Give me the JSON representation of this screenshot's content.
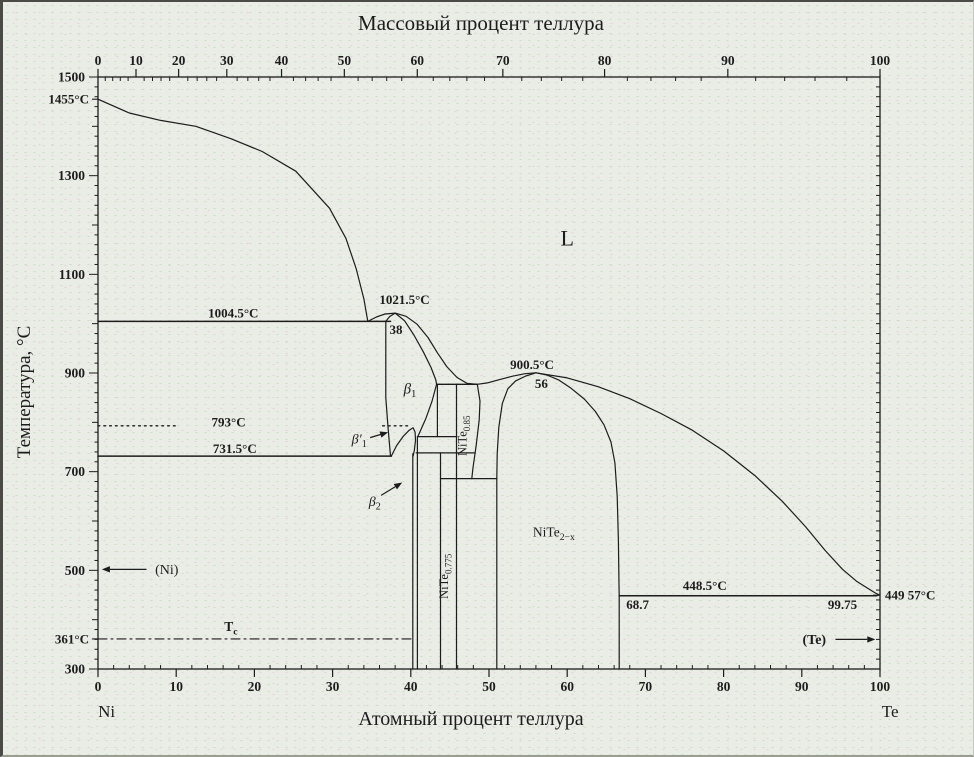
{
  "frame": {
    "bg": "#eaece6",
    "ink": "#1c1c1c"
  },
  "chart_data": {
    "type": "line",
    "kind": "binary-phase-diagram",
    "title_top": "Массовый процент теллура",
    "title_bottom": "Атомный процент теллура",
    "title_y": "Температура, °C",
    "corner_labels": {
      "left": "Ni",
      "right": "Te"
    },
    "x_axis": {
      "range": [
        0,
        100
      ],
      "major_ticks": [
        0,
        10,
        20,
        30,
        40,
        50,
        60,
        70,
        80,
        90,
        100
      ],
      "minor_step": 2
    },
    "x_axis_top": {
      "major_ticks": [
        {
          "label": "0",
          "at": 0
        },
        {
          "label": "10",
          "at": 4.86
        },
        {
          "label": "20",
          "at": 10.31
        },
        {
          "label": "30",
          "at": 16.47
        },
        {
          "label": "40",
          "at": 23.47
        },
        {
          "label": "50",
          "at": 31.5
        },
        {
          "label": "60",
          "at": 40.83
        },
        {
          "label": "70",
          "at": 51.77
        },
        {
          "label": "80",
          "at": 64.78
        },
        {
          "label": "90",
          "at": 80.54
        },
        {
          "label": "100",
          "at": 100
        }
      ],
      "minor_ticks_at": [
        0.93,
        1.88,
        2.85,
        3.85,
        5.9,
        6.97,
        8.06,
        9.17,
        11.48,
        12.68,
        13.91,
        15.17,
        17.79,
        19.16,
        20.55,
        21.99,
        24.99,
        26.55,
        28.15,
        29.8,
        33.26,
        35.06,
        36.92,
        38.84,
        42.87,
        44.99,
        47.17,
        49.43,
        54.19,
        56.69,
        59.29,
        61.99,
        67.69,
        70.71,
        73.86,
        77.13,
        84.1,
        87.81,
        91.69,
        95.75
      ]
    },
    "y_axis": {
      "range": [
        300,
        1500
      ],
      "labeled_ticks": [
        300,
        500,
        700,
        900,
        1100,
        1300,
        1500
      ],
      "special_ticks": [
        {
          "label": "1455°C",
          "t": 1455
        },
        {
          "label": "361°C",
          "t": 361
        }
      ],
      "medium_step": 100,
      "minor_step": 20
    },
    "y_axis_right": {
      "minor_step": 20,
      "special_ticks": [
        {
          "label": "449 57°C",
          "t": 449.57
        }
      ]
    },
    "boundaries": [
      {
        "name": "liquidus-ni",
        "style": "solid",
        "w": 1.2,
        "points": [
          [
            0,
            1455
          ],
          [
            4,
            1427
          ],
          [
            8,
            1412
          ],
          [
            12.5,
            1400
          ],
          [
            17,
            1375
          ],
          [
            21,
            1349
          ],
          [
            25.3,
            1309
          ],
          [
            29.6,
            1234
          ],
          [
            31.7,
            1173
          ],
          [
            33,
            1112
          ],
          [
            34,
            1050
          ],
          [
            34.5,
            1004.5
          ]
        ]
      },
      {
        "name": "peritectic-1004",
        "style": "solid",
        "w": 1.5,
        "points": [
          [
            0,
            1004.5
          ],
          [
            37.4,
            1004.5
          ]
        ]
      },
      {
        "name": "solidus-lens-left",
        "style": "solid",
        "w": 1.2,
        "points": [
          [
            36.8,
            1004.5
          ],
          [
            37.3,
            1014.5
          ],
          [
            38,
            1021.5
          ]
        ]
      },
      {
        "name": "solidus-lens-right",
        "style": "solid",
        "w": 1.2,
        "points": [
          [
            38,
            1021.5
          ],
          [
            39.2,
            1006
          ],
          [
            40.4,
            977
          ],
          [
            41.6,
            943
          ],
          [
            42.6,
            911
          ],
          [
            43.2,
            886
          ],
          [
            43.3,
            877
          ]
        ]
      },
      {
        "name": "liquidus-mid",
        "style": "solid",
        "w": 1.2,
        "points": [
          [
            34.5,
            1004.5
          ],
          [
            35.6,
            1013.5
          ],
          [
            36.7,
            1019.5
          ],
          [
            38,
            1021.5
          ],
          [
            39.4,
            1015
          ],
          [
            40.8,
            999
          ],
          [
            42.2,
            972
          ],
          [
            43.4,
            941
          ],
          [
            44.6,
            913
          ],
          [
            45.9,
            891
          ],
          [
            47.2,
            879
          ],
          [
            48.5,
            877
          ],
          [
            49.8,
            880
          ],
          [
            51.3,
            886.5
          ],
          [
            53,
            893.5
          ],
          [
            54.6,
            898.5
          ],
          [
            56,
            900.5
          ]
        ]
      },
      {
        "name": "peritectic-877",
        "style": "solid",
        "w": 1.4,
        "points": [
          [
            43.3,
            877
          ],
          [
            48.5,
            877
          ]
        ]
      },
      {
        "name": "nite085-upper-left",
        "style": "solid",
        "w": 1.2,
        "points": [
          [
            43.4,
            877
          ],
          [
            43.4,
            771
          ]
        ]
      },
      {
        "name": "beta1-left",
        "style": "solid",
        "w": 1.2,
        "points": [
          [
            36.8,
            1004.5
          ],
          [
            36.8,
            850
          ],
          [
            37.1,
            788
          ],
          [
            37.4,
            731.5
          ]
        ]
      },
      {
        "name": "beta1-right-solvus",
        "style": "solid",
        "w": 1.2,
        "points": [
          [
            43.3,
            877
          ],
          [
            42.7,
            842
          ],
          [
            41.9,
            807
          ],
          [
            41.2,
            782
          ],
          [
            40.9,
            771
          ]
        ]
      },
      {
        "name": "isotherm-771",
        "style": "solid",
        "w": 1.3,
        "points": [
          [
            40.9,
            771
          ],
          [
            45.9,
            771
          ]
        ]
      },
      {
        "name": "isotherm-738",
        "style": "solid",
        "w": 1.3,
        "points": [
          [
            40.7,
            738
          ],
          [
            48.2,
            738
          ]
        ]
      },
      {
        "name": "eutectoid-731",
        "style": "solid",
        "w": 1.5,
        "points": [
          [
            0,
            731.5
          ],
          [
            37.5,
            731.5
          ]
        ]
      },
      {
        "name": "beta1-prime-hook",
        "style": "solid",
        "w": 1.2,
        "points": [
          [
            37.5,
            731.5
          ],
          [
            38.2,
            753
          ],
          [
            39,
            771
          ],
          [
            39.8,
            784
          ],
          [
            40.3,
            789
          ],
          [
            40.55,
            780
          ],
          [
            40.6,
            763
          ],
          [
            40.45,
            743
          ],
          [
            40.3,
            731.5
          ]
        ]
      },
      {
        "name": "beta2-left",
        "style": "solid",
        "w": 1.2,
        "points": [
          [
            40.25,
            736
          ],
          [
            40.25,
            300
          ]
        ]
      },
      {
        "name": "beta2-right",
        "style": "solid",
        "w": 1.2,
        "points": [
          [
            40.85,
            771
          ],
          [
            40.85,
            300
          ]
        ]
      },
      {
        "name": "nite085-left-wall",
        "style": "solid",
        "w": 1.2,
        "points": [
          [
            45.85,
            877
          ],
          [
            45.85,
            300
          ]
        ]
      },
      {
        "name": "nite085-right",
        "style": "solid",
        "w": 1.2,
        "points": [
          [
            48.5,
            877
          ],
          [
            48.85,
            843
          ],
          [
            48.75,
            805
          ],
          [
            48.35,
            752
          ],
          [
            47.95,
            708
          ],
          [
            47.8,
            686
          ]
        ]
      },
      {
        "name": "isotherm-686",
        "style": "solid",
        "w": 1.3,
        "points": [
          [
            43.8,
            686
          ],
          [
            51,
            686
          ]
        ]
      },
      {
        "name": "nite0775-left",
        "style": "solid",
        "w": 1.2,
        "points": [
          [
            43.8,
            738
          ],
          [
            43.8,
            300
          ]
        ]
      },
      {
        "name": "nite2x-left",
        "style": "solid",
        "w": 1.2,
        "points": [
          [
            56,
            900.5
          ],
          [
            54.7,
            894
          ],
          [
            53.4,
            884
          ],
          [
            52.4,
            868
          ],
          [
            51.7,
            838
          ],
          [
            51.25,
            790
          ],
          [
            51.05,
            736
          ],
          [
            51,
            686
          ],
          [
            51,
            300
          ]
        ]
      },
      {
        "name": "nite2x-right",
        "style": "solid",
        "w": 1.2,
        "points": [
          [
            56,
            900.5
          ],
          [
            57.4,
            896
          ],
          [
            58.9,
            886
          ],
          [
            60.5,
            869
          ],
          [
            62.2,
            847
          ],
          [
            63.6,
            822
          ],
          [
            64.7,
            795
          ],
          [
            65.6,
            760
          ],
          [
            66.1,
            718
          ],
          [
            66.4,
            650
          ],
          [
            66.55,
            560
          ],
          [
            66.63,
            470
          ],
          [
            66.65,
            448.5
          ],
          [
            66.65,
            300
          ]
        ]
      },
      {
        "name": "liquidus-te",
        "style": "solid",
        "w": 1.2,
        "points": [
          [
            56,
            900.5
          ],
          [
            60,
            890
          ],
          [
            64,
            872
          ],
          [
            68,
            848
          ],
          [
            72,
            818
          ],
          [
            76,
            784
          ],
          [
            80,
            742
          ],
          [
            84,
            692
          ],
          [
            87.5,
            640
          ],
          [
            90.5,
            588
          ],
          [
            93,
            540
          ],
          [
            95.2,
            502
          ],
          [
            97,
            478
          ],
          [
            98.4,
            464
          ],
          [
            99.4,
            454
          ],
          [
            100,
            449.57
          ]
        ]
      },
      {
        "name": "eutectic-448",
        "style": "solid",
        "w": 1.5,
        "points": [
          [
            66.65,
            448.5
          ],
          [
            99.6,
            448.5
          ]
        ]
      },
      {
        "name": "curie-line",
        "style": "dashdot",
        "w": 1.1,
        "points": [
          [
            0,
            361
          ],
          [
            40.3,
            361
          ]
        ]
      },
      {
        "name": "transition-793-left",
        "style": "dotted",
        "w": 1.3,
        "points": [
          [
            0,
            793
          ],
          [
            10.3,
            793
          ]
        ]
      },
      {
        "name": "transition-793-right",
        "style": "dotted",
        "w": 1.3,
        "points": [
          [
            36.4,
            793
          ],
          [
            39.6,
            793
          ]
        ]
      }
    ],
    "labels": [
      {
        "name": "phase-L",
        "at": 60,
        "t": 1168,
        "size": 22,
        "parts": [
          {
            "text": "L"
          }
        ]
      },
      {
        "name": "phase-beta1",
        "at": 39.9,
        "t": 868,
        "size": 15,
        "parts": [
          {
            "text": "β",
            "italic": true
          },
          {
            "text": "1",
            "sub": true
          }
        ]
      },
      {
        "name": "phase-beta1-prime",
        "at": 33.4,
        "t": 766,
        "size": 14,
        "parts": [
          {
            "text": "β′",
            "italic": true
          },
          {
            "text": "1",
            "sub": true
          }
        ]
      },
      {
        "name": "phase-beta2",
        "at": 35.4,
        "t": 640,
        "size": 14,
        "parts": [
          {
            "text": "β",
            "italic": true
          },
          {
            "text": "2",
            "sub": true
          }
        ]
      },
      {
        "name": "phase-nite085",
        "at": 47.15,
        "t": 782,
        "size": 12.5,
        "rot": -90,
        "parts": [
          {
            "text": "NiTe"
          },
          {
            "text": "0.85",
            "sub": true
          }
        ]
      },
      {
        "name": "phase-nite0775",
        "at": 44.75,
        "t": 497,
        "size": 12.5,
        "rot": -90,
        "parts": [
          {
            "text": "NiTe"
          },
          {
            "text": "0.775",
            "sub": true
          }
        ]
      },
      {
        "name": "phase-nite2x",
        "at": 58.3,
        "t": 578,
        "size": 13.5,
        "parts": [
          {
            "text": "NiTe"
          },
          {
            "text": "2−x",
            "sub": true
          }
        ]
      },
      {
        "name": "temp-1004",
        "at": 17.3,
        "t": 1022,
        "size": 13,
        "bold": true,
        "parts": [
          {
            "text": "1004.5°C"
          }
        ]
      },
      {
        "name": "temp-793",
        "at": 16.7,
        "t": 801,
        "size": 13,
        "bold": true,
        "parts": [
          {
            "text": "793°C"
          }
        ]
      },
      {
        "name": "temp-731",
        "at": 17.5,
        "t": 747,
        "size": 13,
        "bold": true,
        "parts": [
          {
            "text": "731.5°C"
          }
        ]
      },
      {
        "name": "temp-1021",
        "at": 39.2,
        "t": 1049,
        "size": 13,
        "bold": true,
        "parts": [
          {
            "text": "1021.5°C"
          }
        ]
      },
      {
        "name": "comp-38",
        "at": 38.1,
        "t": 988,
        "size": 13,
        "bold": true,
        "parts": [
          {
            "text": "38"
          }
        ]
      },
      {
        "name": "temp-900",
        "at": 55.5,
        "t": 917,
        "size": 13,
        "bold": true,
        "parts": [
          {
            "text": "900.5°C"
          }
        ]
      },
      {
        "name": "comp-56",
        "at": 56.7,
        "t": 879,
        "size": 13,
        "bold": true,
        "parts": [
          {
            "text": "56"
          }
        ]
      },
      {
        "name": "temp-448",
        "at": 77.6,
        "t": 469,
        "size": 13,
        "bold": true,
        "parts": [
          {
            "text": "448.5°C"
          }
        ]
      },
      {
        "name": "comp-687",
        "at": 69,
        "t": 431,
        "size": 13,
        "bold": true,
        "parts": [
          {
            "text": "68.7"
          }
        ]
      },
      {
        "name": "comp-9975",
        "at": 95.2,
        "t": 431,
        "size": 13,
        "bold": true,
        "parts": [
          {
            "text": "99.75"
          }
        ]
      },
      {
        "name": "curie-tc",
        "at": 17,
        "t": 386,
        "size": 13.5,
        "bold": true,
        "parts": [
          {
            "text": "T"
          },
          {
            "text": "c",
            "sub": true
          }
        ]
      },
      {
        "name": "phase-ni",
        "at": 8.8,
        "t": 502,
        "size": 14,
        "parts": [
          {
            "text": "(Ni)"
          }
        ]
      },
      {
        "name": "phase-te",
        "at": 91.6,
        "t": 360,
        "size": 14,
        "bold": true,
        "parts": [
          {
            "text": "(Te)"
          }
        ]
      }
    ],
    "arrows": [
      {
        "name": "ni-arrow",
        "from": [
          6.2,
          502
        ],
        "to": [
          0.5,
          502
        ]
      },
      {
        "name": "te-arrow",
        "from": [
          94.3,
          360
        ],
        "to": [
          99.4,
          360
        ]
      },
      {
        "name": "beta1-prime-arrow",
        "from": [
          34.8,
          769
        ],
        "to": [
          37.1,
          780
        ]
      },
      {
        "name": "beta2-arrow",
        "from": [
          36.2,
          652
        ],
        "to": [
          38.9,
          678
        ]
      }
    ]
  }
}
